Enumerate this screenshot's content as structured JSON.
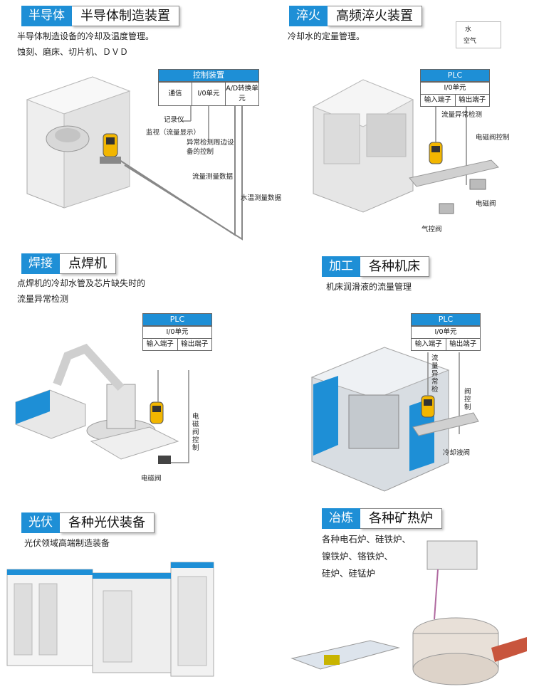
{
  "sections": {
    "semi": {
      "tag": "半导体",
      "title": "半导体制造装置",
      "desc1": "半导体制造设备的冷却及温度管理。",
      "desc2": "蚀刻、磨床、切片机、ＤＶＤ",
      "block_header": "控制装置",
      "cells": [
        "通信",
        "I/0单元",
        "A/D转换单元"
      ],
      "labels": [
        "记录仪",
        "监视（流量显示）",
        "异常检测周边设备的控制",
        "流量测量数据",
        "水温测量数据"
      ]
    },
    "quench": {
      "tag": "淬火",
      "title": "高频淬火装置",
      "desc1": "冷却水的定量管理。",
      "legend": [
        "水",
        "空气"
      ],
      "block_header": "PLC",
      "row1": "I/0单元",
      "row2": [
        "输入端子",
        "输出端子"
      ],
      "labels": [
        "流量异常检测",
        "电磁阀控制",
        "电磁阀",
        "气控阀"
      ]
    },
    "weld": {
      "tag": "焊接",
      "title": "点焊机",
      "desc1": "点焊机的冷却水管及芯片缺失时的",
      "desc2": "流量异常检测",
      "block_header": "PLC",
      "row1": "I/0单元",
      "row2": [
        "输入端子",
        "输出端子"
      ],
      "labels": [
        "电磁阀控制",
        "电磁阀"
      ]
    },
    "machine": {
      "tag": "加工",
      "title": "各种机床",
      "desc1": "机床润滑液的流量管理",
      "block_header": "PLC",
      "row1": "I/0单元",
      "row2": [
        "输入端子",
        "输出端子"
      ],
      "labels": [
        "流量异常检",
        "阀控制",
        "冷却液阀"
      ]
    },
    "pv": {
      "tag": "光伏",
      "title": "各种光伏装备",
      "desc1": "光伏领域高端制造装备"
    },
    "smelt": {
      "tag": "冶炼",
      "title": "各种矿热炉",
      "lines": [
        "各种电石炉、硅铁炉、",
        "镍铁炉、铬铁炉、",
        "硅炉、硅锰炉"
      ]
    }
  },
  "colors": {
    "accent": "#1e8fd6",
    "device": "#f2b600"
  }
}
